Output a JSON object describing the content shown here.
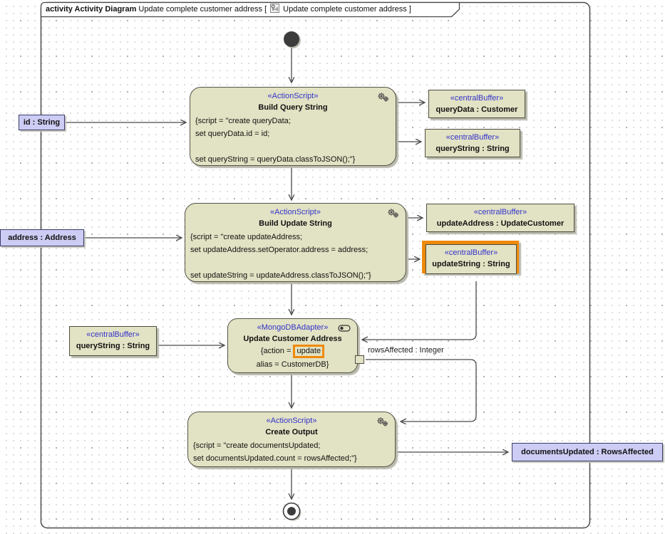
{
  "frame": {
    "tab": {
      "bold_text": "activity Activity Diagram",
      "text_before_icon": "Update complete customer address [",
      "text_after_icon": "Update complete customer address ]"
    }
  },
  "colors": {
    "node_fill": "#E2E2C4",
    "stereotype_text": "#3333CC",
    "parameter_fill": "#CCCCF4",
    "selection_highlight": "#EE8A0C",
    "edge": "#4A4A4A"
  },
  "actions": {
    "build_query_string": {
      "stereotype": "«ActionScript»",
      "name": "Build Query String",
      "script": "{script = \"create queryData;\nset queryData.id = id;\n\nset queryString = queryData.classToJSON();\"}"
    },
    "build_update_string": {
      "stereotype": "«ActionScript»",
      "name": "Build Update String",
      "script": "{script = \"create updateAddress;\nset updateAddress.setOperator.address = address;\n\nset updateString = updateAddress.classToJSON();\"}"
    },
    "update_customer_address": {
      "stereotype": "«MongoDBAdapter»",
      "name": "Update Customer Address",
      "action_prefix": "{action = ",
      "action_value": "update",
      "alias_line": "alias = CustomerDB}"
    },
    "create_output": {
      "stereotype": "«ActionScript»",
      "name": "Create Output",
      "script": "{script = \"create documentsUpdated;\nset documentsUpdated.count = rowsAffected;\"}"
    }
  },
  "buffers": {
    "query_data": {
      "stereotype": "«centralBuffer»",
      "label": "queryData : Customer"
    },
    "query_string_right": {
      "stereotype": "«centralBuffer»",
      "label": "queryString : String"
    },
    "update_address": {
      "stereotype": "«centralBuffer»",
      "label": "updateAddress : UpdateCustomer"
    },
    "update_string": {
      "stereotype": "«centralBuffer»",
      "label": "updateString : String",
      "selected": true
    },
    "query_string_left": {
      "stereotype": "«centralBuffer»",
      "label": "queryString : String"
    }
  },
  "parameters": {
    "id": {
      "label": "id : String"
    },
    "address": {
      "label": "address : Address"
    },
    "documents_updated": {
      "label": "documentsUpdated : RowsAffected"
    }
  },
  "pins": {
    "rows_affected": {
      "label": "rowsAffected : Integer"
    }
  }
}
